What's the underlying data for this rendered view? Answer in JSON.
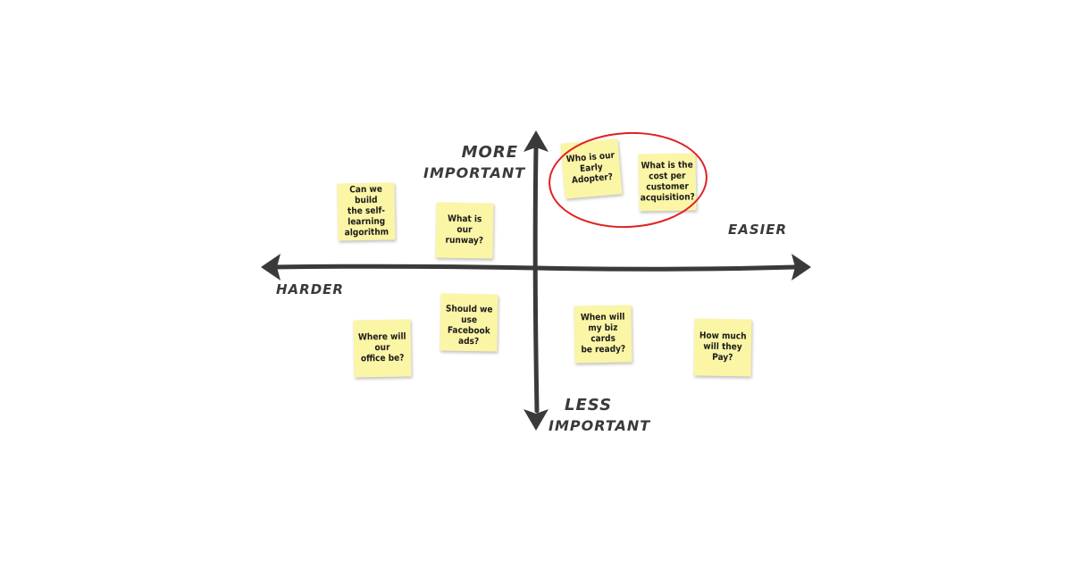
{
  "axes": {
    "top_label": [
      "More",
      "Important"
    ],
    "bottom_label": [
      "Less",
      "Important"
    ],
    "left_label": "Harder",
    "right_label": "Easier",
    "color": "#3a3a3a"
  },
  "highlight": {
    "color": "#e02020",
    "description": "red ellipse around two top-right notes"
  },
  "notes": [
    {
      "text": [
        "Can we build",
        "the self-",
        "learning",
        "algorithm"
      ],
      "quadrant": "top-left"
    },
    {
      "text": [
        "What is",
        "our",
        "runway?"
      ],
      "quadrant": "top-left"
    },
    {
      "text": [
        "Who is our",
        "Early",
        "Adopter?"
      ],
      "quadrant": "top-right",
      "highlighted": true
    },
    {
      "text": [
        "What is the",
        "cost per",
        "customer",
        "acquisition?"
      ],
      "quadrant": "top-right",
      "highlighted": true
    },
    {
      "text": [
        "Where will",
        "our",
        "office be?"
      ],
      "quadrant": "bottom-left"
    },
    {
      "text": [
        "Should we",
        "use Facebook",
        "ads?"
      ],
      "quadrant": "bottom-left"
    },
    {
      "text": [
        "When will",
        "my biz cards",
        "be ready?"
      ],
      "quadrant": "bottom-right"
    },
    {
      "text": [
        "How much",
        "will they",
        "Pay?"
      ],
      "quadrant": "bottom-right"
    }
  ],
  "note_color": "#fbf5a6"
}
